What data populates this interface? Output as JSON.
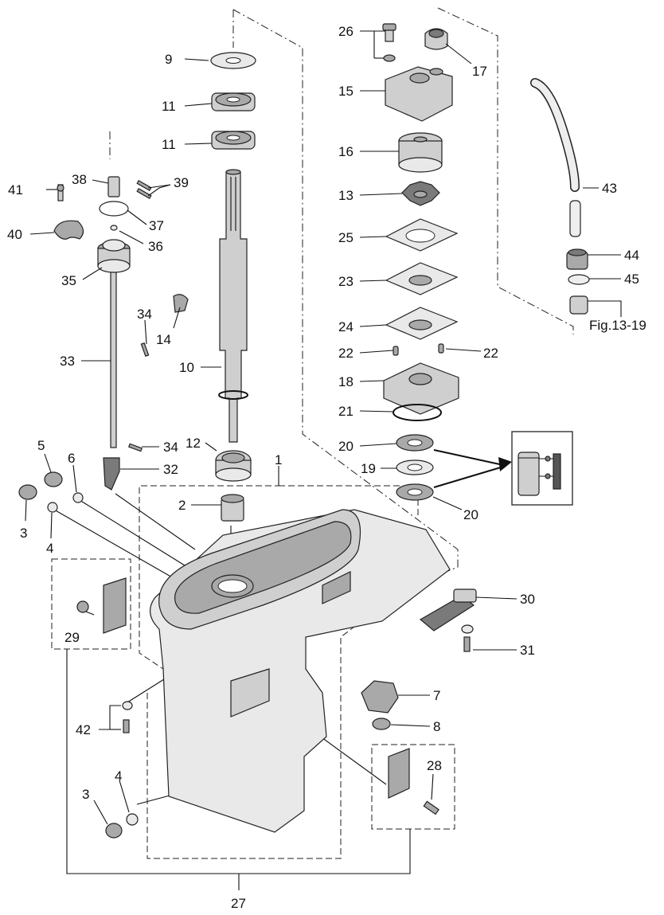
{
  "diagram": {
    "labels": {
      "p1": "1",
      "p2": "2",
      "p3a": "3",
      "p3b": "3",
      "p4a": "4",
      "p4b": "4",
      "p5": "5",
      "p6": "6",
      "p7": "7",
      "p8": "8",
      "p9": "9",
      "p10": "10",
      "p11a": "11",
      "p11b": "11",
      "p12": "12",
      "p13": "13",
      "p14": "14",
      "p15": "15",
      "p16": "16",
      "p17": "17",
      "p18": "18",
      "p19": "19",
      "p20a": "20",
      "p20b": "20",
      "p21": "21",
      "p22a": "22",
      "p22b": "22",
      "p23": "23",
      "p24": "24",
      "p25": "25",
      "p26": "26",
      "p27": "27",
      "p28": "28",
      "p29": "29",
      "p30": "30",
      "p31": "31",
      "p32": "32",
      "p33": "33",
      "p34a": "34",
      "p34b": "34",
      "p35": "35",
      "p36": "36",
      "p37": "37",
      "p38": "38",
      "p39": "39",
      "p40": "40",
      "p41": "41",
      "p42": "42",
      "p43": "43",
      "p44": "44",
      "p45": "45",
      "fig": "Fig.13-19"
    }
  }
}
